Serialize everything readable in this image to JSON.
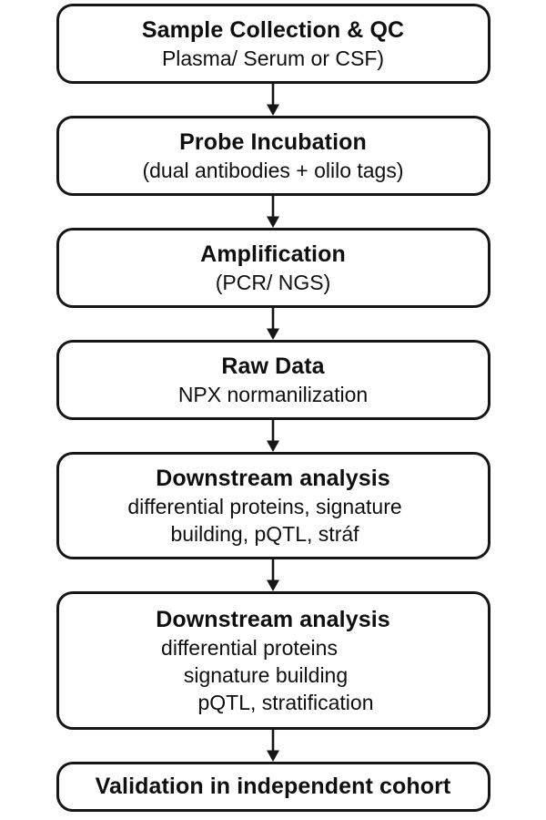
{
  "figure": {
    "type": "flowchart",
    "direction": "top-down",
    "colors": {
      "background": "#ffffff",
      "box_border": "#161616",
      "text": "#0f0f0f",
      "arrow": "#161616"
    },
    "steps": [
      {
        "title": "Sample Collection & QC",
        "lines": [
          "Plasma/ Serum or CSF)"
        ]
      },
      {
        "title": "Probe Incubation",
        "lines": [
          "(dual antibodies + olilo tags)"
        ]
      },
      {
        "title": "Amplification",
        "lines": [
          "(PCR/ NGS)"
        ]
      },
      {
        "title": "Raw Data",
        "lines": [
          "NPX normanilization"
        ]
      },
      {
        "title": "Downstream analysis",
        "lines": [
          "differential proteins, signature",
          "building, pQTL, stráf"
        ]
      },
      {
        "title": "Downstream analysis",
        "lines": [
          "differential proteins",
          "signature building",
          "pQTL, stratification"
        ]
      },
      {
        "title": "Validation in independent cohort",
        "lines": []
      }
    ]
  }
}
